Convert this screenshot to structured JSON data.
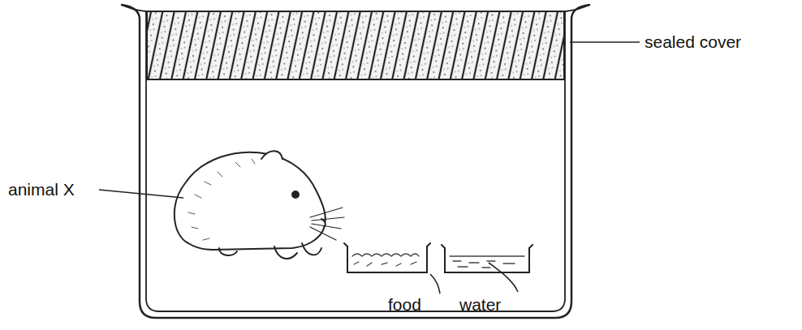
{
  "diagram": {
    "labels": [
      "sealed cover",
      "animal X",
      "food",
      "water"
    ]
  }
}
